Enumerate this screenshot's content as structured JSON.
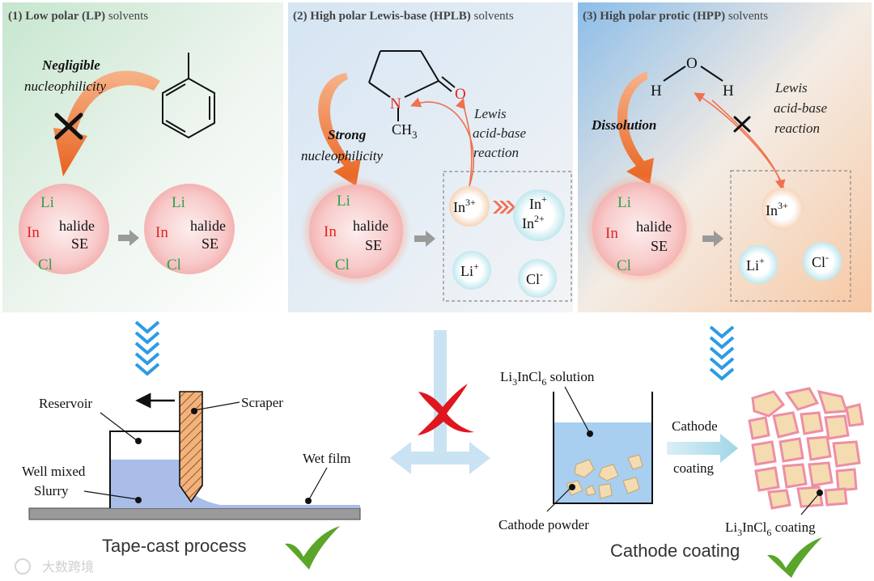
{
  "panels": [
    {
      "num": "(1)",
      "name": "Low polar (LP)",
      "suffix": " solvents"
    },
    {
      "num": "(2)",
      "name": "High polar Lewis-base (HPLB)",
      "suffix": " solvents"
    },
    {
      "num": "(3)",
      "name": "High polar protic (HPP)",
      "suffix": " solvents"
    }
  ],
  "p1": {
    "neg": "Negligible",
    "nucleo": "nucleophilicity",
    "li": "Li",
    "in": "In",
    "cl": "Cl",
    "halide": "halide",
    "se": "SE"
  },
  "p2": {
    "strong": "Strong",
    "nucleo": "nucleophilicity",
    "n": "N",
    "o": "O",
    "ch": "CH",
    "three": "3",
    "lewis1": "Lewis",
    "lewis2": "acid-base",
    "lewis3": "reaction",
    "in": "In",
    "in_ch": "3+",
    "inplus": "In",
    "inplus_ch": "+",
    "in2": "In",
    "in2_ch": "2+",
    "li": "Li",
    "li_ch": "+",
    "cl": "Cl",
    "cl_ch": "-"
  },
  "p3": {
    "o": "O",
    "h": "H",
    "lewis1": "Lewis",
    "lewis2": "acid-base",
    "lewis3": "reaction",
    "dissolution": "Dissolution",
    "in": "In",
    "in_ch": "3+",
    "li": "Li",
    "li_ch": "+",
    "cl": "Cl",
    "cl_ch": "-"
  },
  "tape": {
    "reservoir": "Reservoir",
    "scraper": "Scraper",
    "mixed1": "Well mixed",
    "mixed2": "Slurry",
    "wetfilm": "Wet film",
    "title": "Tape-cast process"
  },
  "coat": {
    "sol_li": "Li",
    "sol_3": "3",
    "sol_in": "InCl",
    "sol_6": "6",
    "sol_rest": " solution",
    "cathode": "Cathode",
    "coating": "coating",
    "powder": "Cathode powder",
    "coat_li": "Li",
    "coat_3": "3",
    "coat_in": "InCl",
    "coat_6": "6",
    "coat_rest": "  coating",
    "title": "Cathode coating"
  },
  "watermark": "大数跨境"
}
